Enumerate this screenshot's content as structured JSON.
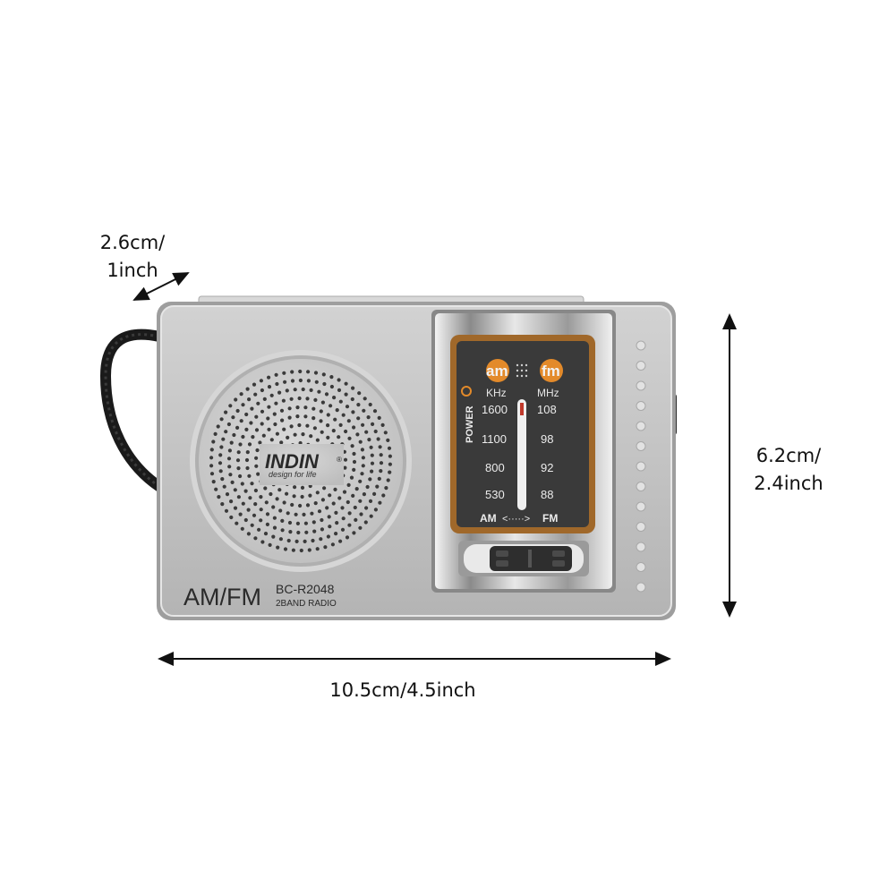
{
  "dimensions": {
    "depth_line1": "2.6cm/",
    "depth_line2": "1inch",
    "height_line1": "6.2cm/",
    "height_line2": "2.4inch",
    "width": "10.5cm/4.5inch"
  },
  "radio": {
    "brand": "INDIN",
    "brand_mark": "®",
    "tagline": "design for life",
    "band_label": "AM/FM",
    "model": "BC-R2048",
    "model_sub": "2BAND RADIO",
    "body_color": "#c4c4c4",
    "dial": {
      "am_label": "am",
      "fm_label": "fm",
      "am_unit": "KHz",
      "fm_unit": "MHz",
      "power_label": "POWER",
      "am_scale": [
        "1600",
        "1100",
        "800",
        "530"
      ],
      "fm_scale": [
        "108",
        "98",
        "92",
        "88"
      ],
      "band_switch_left": "AM",
      "band_switch_right": "FM",
      "bezel_color": "#a0682a",
      "face_color": "#3a3a3a"
    }
  }
}
